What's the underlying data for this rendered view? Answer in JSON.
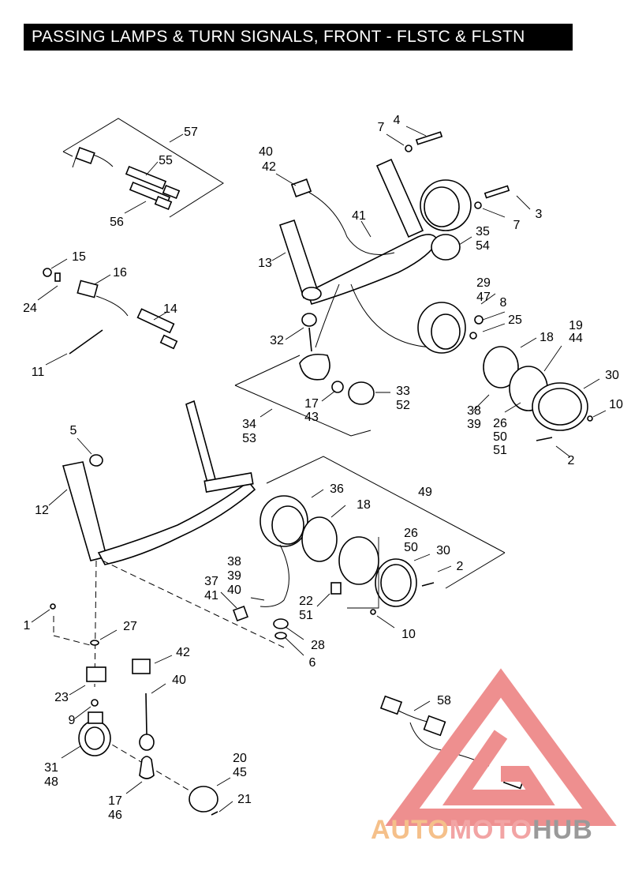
{
  "title": "PASSING LAMPS & TURN SIGNALS, FRONT - FLSTC & FLSTN",
  "callouts": [
    "57",
    "55",
    "56",
    "15",
    "16",
    "24",
    "14",
    "11",
    "4",
    "7",
    "40",
    "42",
    "41",
    "3",
    "7",
    "35",
    "54",
    "13",
    "29",
    "47",
    "8",
    "25",
    "19",
    "44",
    "18",
    "32",
    "30",
    "10",
    "33",
    "52",
    "17",
    "43",
    "38",
    "39",
    "26",
    "50",
    "51",
    "2",
    "34",
    "53",
    "5",
    "12",
    "36",
    "18",
    "49",
    "26",
    "50",
    "30",
    "2",
    "38",
    "39",
    "40",
    "37",
    "41",
    "22",
    "51",
    "10",
    "1",
    "27",
    "28",
    "6",
    "42",
    "40",
    "23",
    "9",
    "31",
    "48",
    "20",
    "45",
    "21",
    "17",
    "46",
    "58"
  ],
  "watermark": {
    "parts": [
      "AUTO",
      "MOTO",
      "HUB"
    ],
    "colors": [
      "#f5c08a",
      "#f2a4a4",
      "#9a9a9a"
    ],
    "logo_color": "#ee8f8f"
  }
}
